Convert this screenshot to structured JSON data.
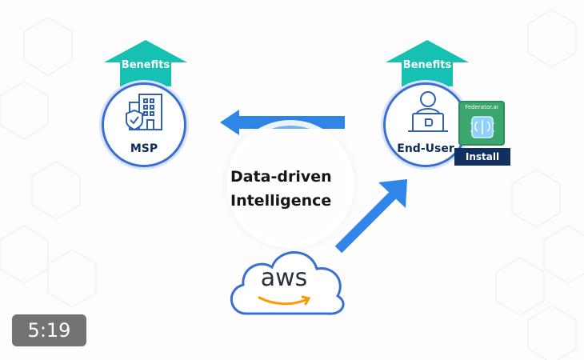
{
  "video": {
    "duration": "5:19"
  },
  "diagram": {
    "msp": {
      "benefit_label": "Benefits",
      "label": "MSP"
    },
    "end_user": {
      "benefit_label": "Benefits",
      "label": "End-User"
    },
    "center_line1": "Data-driven",
    "center_line2": "Intelligence",
    "aws_label": "aws",
    "federator": {
      "title": "Federator.ai",
      "install_label": "Install"
    }
  },
  "colors": {
    "teal": "#16c1b3",
    "blue_arrow": "#2f86e6",
    "navy": "#11305f",
    "circle_border": "#3a6fd1",
    "aws_orange": "#ff9900",
    "federator_green": "#3aa66b"
  },
  "icons": [
    "building-shield-icon",
    "user-laptop-icon",
    "brain-chip-icon",
    "play-icon",
    "cloud-icon",
    "aws-smile-icon"
  ]
}
